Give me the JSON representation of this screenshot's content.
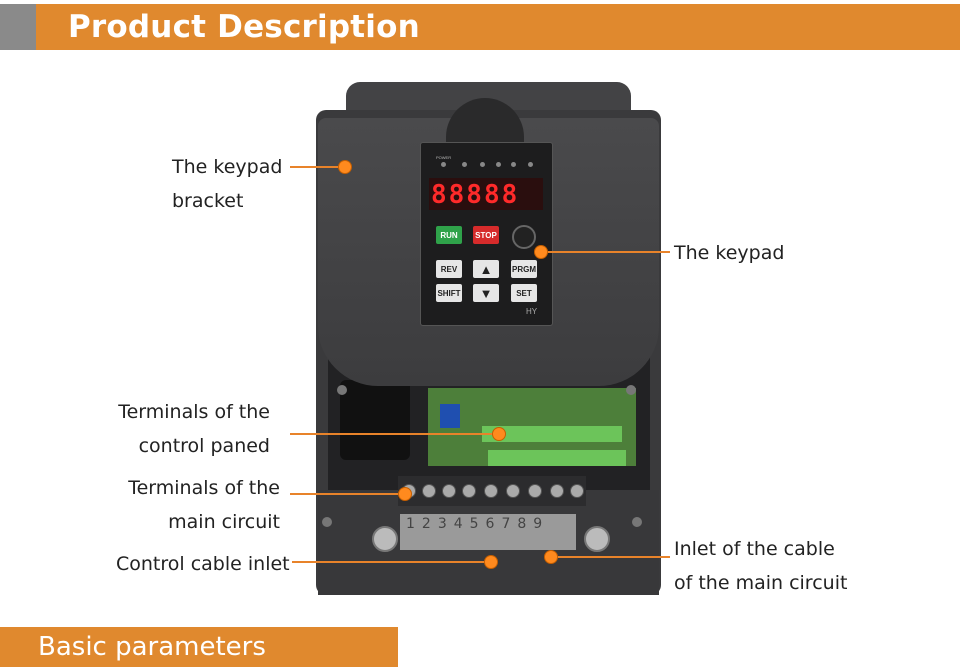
{
  "header": {
    "title": "Product Description"
  },
  "footer": {
    "title": "Basic parameters"
  },
  "labels": {
    "keypad_bracket": [
      "The keypad",
      "bracket"
    ],
    "keypad": "The keypad",
    "control_terminals": [
      "Terminals of the",
      "control paned"
    ],
    "main_terminals": [
      "Terminals of the",
      "main circuit"
    ],
    "control_inlet": "Control cable inlet",
    "main_inlet": [
      "Inlet of the cable",
      "of the main circuit"
    ]
  },
  "device": {
    "display": "88888",
    "keypad_buttons": [
      "RUN",
      "STOP",
      "REV",
      "▲",
      "PRGM",
      "SHIFT",
      "▼",
      "SET"
    ],
    "brand": "HY",
    "terminal_numbers": "123456789"
  },
  "colors": {
    "accent": "#e0892e",
    "header_left": "#8a8a8a",
    "callout_dot": "#ff8a1e"
  }
}
